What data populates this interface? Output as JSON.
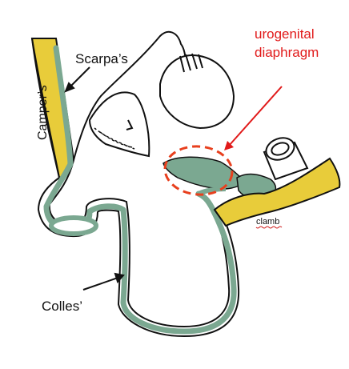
{
  "labels": {
    "campers": "Camper’s",
    "scarpas": "Scarpa’s",
    "colles": "Colles’",
    "urogenital_line1": "urogenital",
    "urogenital_line2": "diaphragm",
    "clamb": "clamb"
  },
  "colors": {
    "fat": "#e8cc3a",
    "fascia": "#7ba891",
    "outline": "#111111",
    "highlight": "#e8401e",
    "annotation": "#e11a1a",
    "squiggle": "#d02020"
  }
}
